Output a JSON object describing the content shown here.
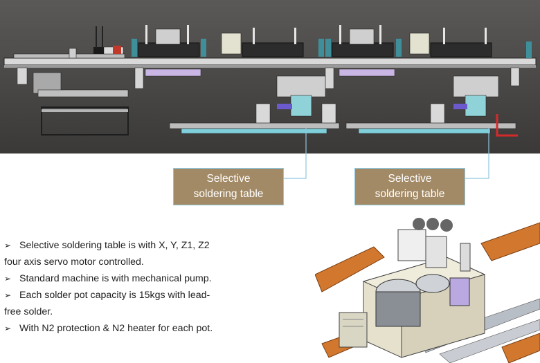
{
  "callouts": [
    {
      "line1": "Selective",
      "line2": "soldering table"
    },
    {
      "line1": "Selective",
      "line2": "soldering table"
    }
  ],
  "bullet_marker": "➢",
  "features": [
    {
      "lines": [
        "Selective soldering table is with X, Y, Z1, Z2",
        "four axis servo motor controlled."
      ]
    },
    {
      "lines": [
        "Standard machine is with mechanical pump."
      ]
    },
    {
      "lines": [
        "Each solder pot capacity is 15kgs with lead-",
        "free solder."
      ]
    },
    {
      "lines": [
        "With N2 protection & N2 heater for each pot."
      ]
    }
  ],
  "colors": {
    "panel_background": "#444240",
    "callout_fill": "#a38a66",
    "leader_line": "#8ec7df",
    "conveyor_orange": "#d2772e"
  }
}
